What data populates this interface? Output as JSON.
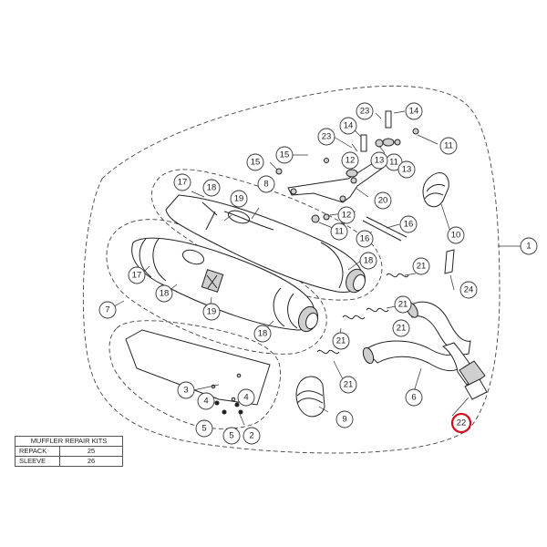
{
  "diagram": {
    "callouts": [
      "1",
      "2",
      "3",
      "4",
      "4",
      "5",
      "5",
      "6",
      "7",
      "8",
      "9",
      "10",
      "11",
      "11",
      "11",
      "12",
      "12",
      "13",
      "13",
      "14",
      "14",
      "15",
      "15",
      "16",
      "16",
      "17",
      "17",
      "18",
      "18",
      "18",
      "18",
      "19",
      "19",
      "20",
      "21",
      "21",
      "21",
      "21",
      "21",
      "22",
      "23",
      "23",
      "24"
    ],
    "highlighted_callout": "22"
  },
  "repair_table": {
    "title": "MUFFLER REPAIR KITS",
    "rows": [
      {
        "name": "REPACK",
        "number": "25"
      },
      {
        "name": "SLEEVE",
        "number": "26"
      }
    ]
  },
  "colors": {
    "highlight": "#d0101a",
    "line": "#222222"
  }
}
